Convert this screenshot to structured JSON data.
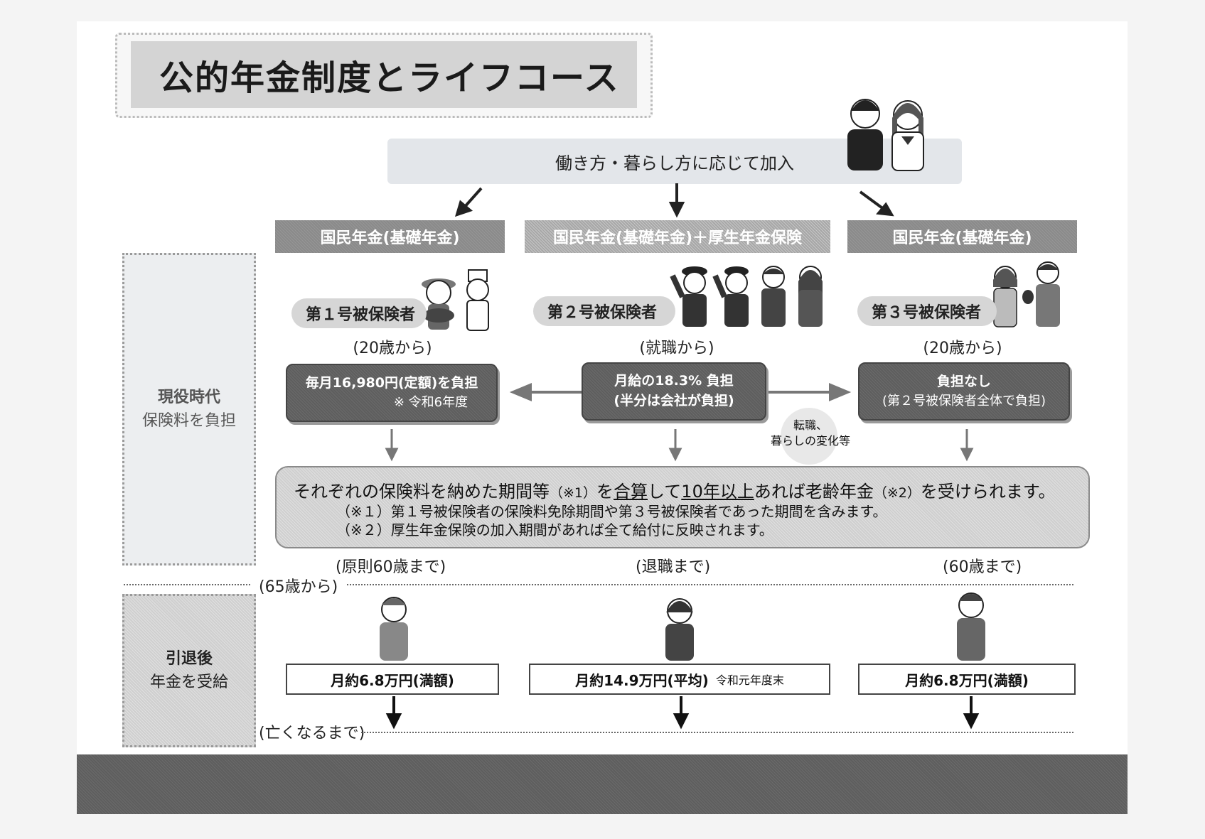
{
  "title": "公的年金制度とライフコース",
  "banner": "働き方・暮らし方に応じて加入",
  "columns": [
    {
      "header": "国民年金(基礎年金)",
      "insured": "第１号被保険者",
      "start": "(20歳から)",
      "burden_line1": "毎月16,980円(定額)を負担",
      "burden_line2": "※ 令和6年度",
      "end": "(原則60歳まで)",
      "pension_main": "月約6.8万円(満額)",
      "pension_note": ""
    },
    {
      "header": "国民年金(基礎年金)＋厚生年金保険",
      "insured": "第２号被保険者",
      "start": "(就職から)",
      "burden_line1": "月給の18.3% 負担",
      "burden_line2": "(半分は会社が負担)",
      "end": "(退職まで)",
      "pension_main": "月約14.9万円(平均)",
      "pension_note": "令和元年度末"
    },
    {
      "header": "国民年金(基礎年金)",
      "insured": "第３号被保険者",
      "start": "(20歳から)",
      "burden_line1": "負担なし",
      "burden_line2": "(第２号被保険者全体で負担)",
      "end": "(60歳まで)",
      "pension_main": "月約6.8万円(満額)",
      "pension_note": ""
    }
  ],
  "change_note": {
    "line1": "転職、",
    "line2": "暮らしの変化等"
  },
  "summary": {
    "main_a": "それぞれの保険料を納めた期間等",
    "ref1": "（※1）",
    "main_b": "を",
    "main_c": "合算",
    "main_d": "して",
    "main_e": "10年以上",
    "main_f": "あれば老齢年金",
    "ref2": "（※2）",
    "main_g": "を受けられます。",
    "note1": "（※１）第１号被保険者の保険料免除期間や第３号被保険者であった期間を含みます。",
    "note2": "（※２）厚生年金保険の加入期間があれば全て給付に反映されます。"
  },
  "phases": {
    "working_title": "現役時代",
    "working_sub": "保険料を負担",
    "retired_title": "引退後",
    "retired_sub": "年金を受給",
    "from65": "(65歳から)",
    "until_death": "(亡くなるまで)"
  }
}
